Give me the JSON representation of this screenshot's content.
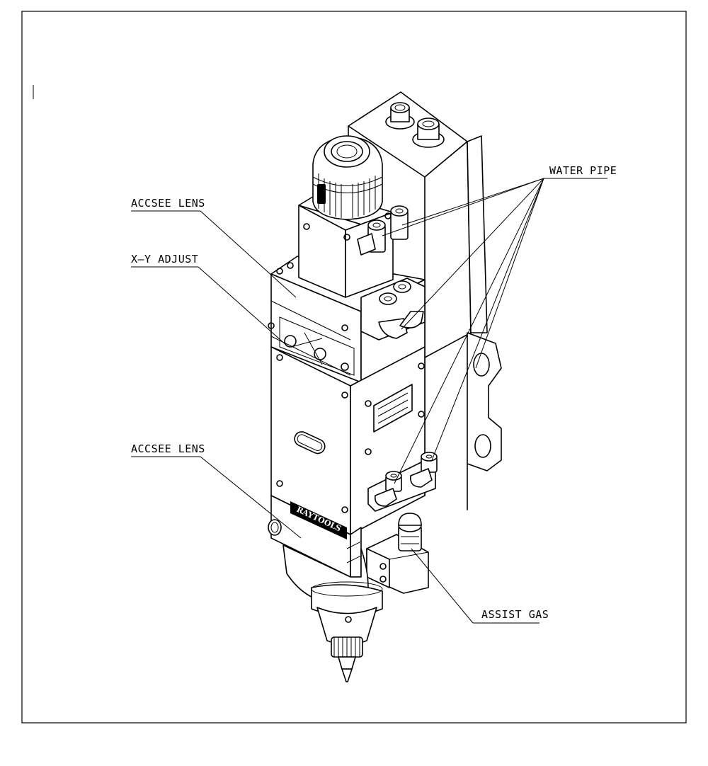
{
  "labels": {
    "accsee_lens_top": "ACCSEE LENS",
    "xy_adjust": "X—Y ADJUST",
    "accsee_lens_bottom": "ACCSEE LENS",
    "water_pipe": "WATER PIPE",
    "assist_gas": "ASSIST GAS"
  },
  "nameplate": {
    "brand": "RAYTOOLS"
  },
  "colors": {
    "line": "#000000",
    "background": "#ffffff"
  }
}
